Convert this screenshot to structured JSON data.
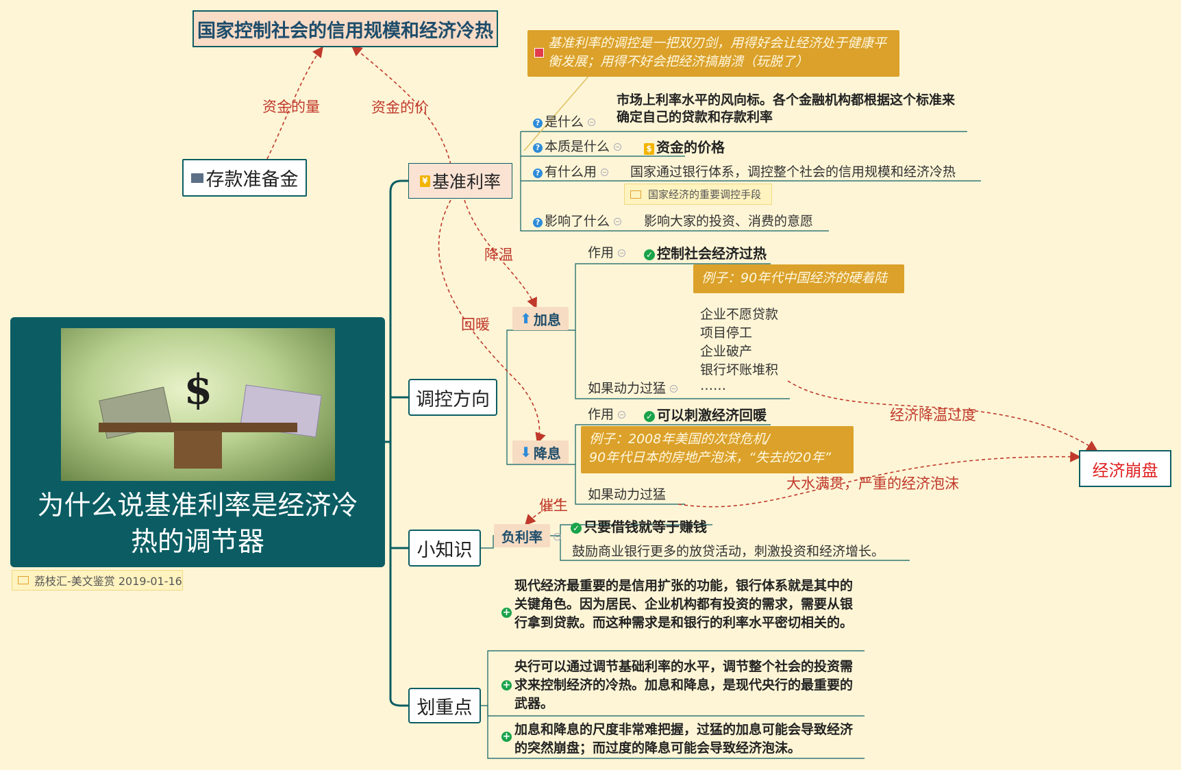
{
  "central": {
    "title": "为什么说基准利率是经济冷热的调节器",
    "note": "荔枝汇-美文鉴赏 2019-01-16"
  },
  "top_topic": "国家控制社会的信用规模和经济冷热",
  "reserve": "存款准备金",
  "relations": {
    "quantity": "资金的量",
    "price": "资金的价",
    "cool": "降温",
    "warm": "回暖",
    "catalyze": "催生",
    "overcool": "经济降温过度",
    "flood": "大水满贯，严重的经济泡沫"
  },
  "collapse": "经济崩盘",
  "benchmark": {
    "label": "基准利率",
    "callout": "基准利率的调控是一把双刃剑，用得好会让经济处于健康平衡发展；用得不好会把经济搞崩溃（玩脱了）",
    "what_q": "是什么",
    "what_a": "市场上利率水平的风向标。各个金融机构都根据这个标准来确定自己的贷款和存款利率",
    "essence_q": "本质是什么",
    "essence_a": "资金的价格",
    "use_q": "有什么用",
    "use_a": "国家通过银行体系，调控整个社会的信用规模和经济冷热",
    "use_note": "国家经济的重要调控手段",
    "impact_q": "影响了什么",
    "impact_a": "影响大家的投资、消费的意愿"
  },
  "direction": {
    "label": "调控方向",
    "raise": {
      "label": "加息",
      "effect_label": "作用",
      "effect": "控制社会经济过热",
      "example": "例子：90年代中国经济的硬着陆",
      "overdo_label": "如果动力过猛",
      "consequences": [
        "企业不愿贷款",
        "项目停工",
        "企业破产",
        "银行坏账堆积",
        "……"
      ]
    },
    "cut": {
      "label": "降息",
      "effect_label": "作用",
      "effect": "可以刺激经济回暖",
      "example": [
        "例子：2008年美国的次贷危机/",
        "90年代日本的房地产泡沫，“失去的20年”"
      ],
      "overdo_label": "如果动力过猛"
    }
  },
  "tips": {
    "label": "小知识",
    "item": "负利率",
    "point1": "只要借钱就等于赚钱",
    "point2": "鼓励商业银行更多的放贷活动，刺激投资和经济增长。"
  },
  "keypoints": {
    "label": "划重点",
    "items": [
      "现代经济最重要的是信用扩张的功能，银行体系就是其中的关键角色。因为居民、企业机构都有投资的需求，需要从银行拿到贷款。而这种需求是和银行的利率水平密切相关的。",
      "央行可以通过调节基础利率的水平，调节整个社会的投资需求来控制经济的冷热。加息和降息，是现代央行的最重要的武器。",
      "加息和降息的尺度非常难把握，过猛的加息可能会导致经济的突然崩盘；而过度的降息可能会导致经济泡沫。"
    ]
  }
}
